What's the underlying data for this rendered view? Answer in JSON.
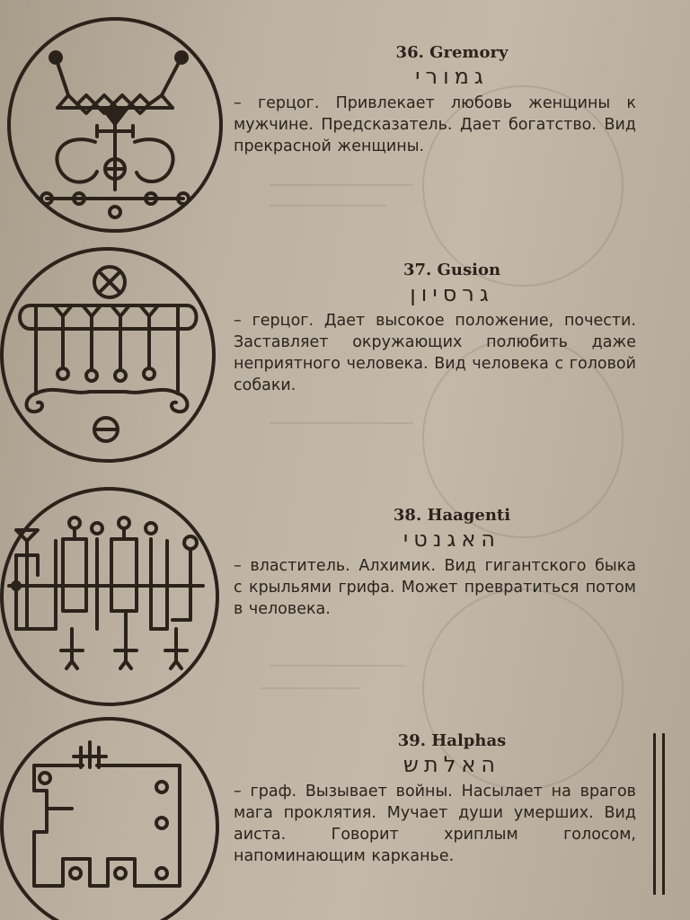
{
  "entries": [
    {
      "title": "36. Gremory",
      "hebrew": "גמורי",
      "description": "– герцог. Привлекает любовь женщины к мужчине. Предсказатель. Дает богатство. Вид прекрасной женщины."
    },
    {
      "title": "37. Gusion",
      "hebrew": "גרסיון",
      "description": "– герцог. Дает высокое положение, почести. Заставляет окружающих полюбить даже неприятного человека. Вид человека с головой собаки."
    },
    {
      "title": "38. Haagenti",
      "hebrew": "האגנטי",
      "description": "– властитель. Алхимик. Вид гигантского быка с крыльями грифа. Может превратиться потом в человека."
    },
    {
      "title": "39. Halphas",
      "hebrew": "האלתש",
      "description": "– граф. Вызывает войны. Насылает на врагов мага проклятия. Мучает души умерших. Вид аиста. Говорит хриплым голосом, напоминающим карканье."
    }
  ],
  "colors": {
    "ink": "#2b231b",
    "paper": "#bdb2a2"
  }
}
